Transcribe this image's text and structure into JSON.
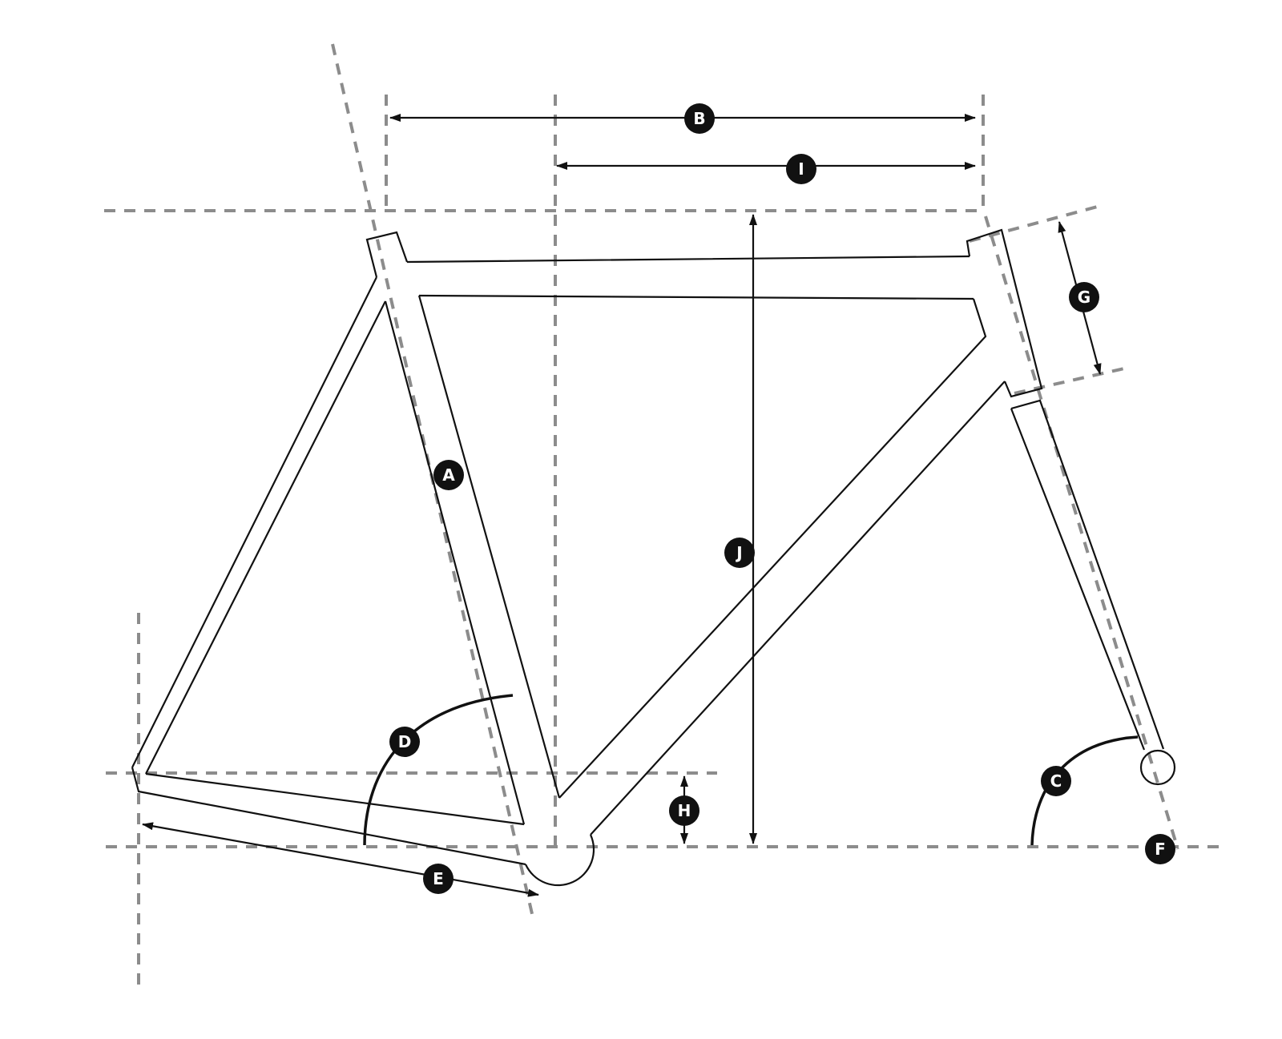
{
  "badges": {
    "A": "A",
    "B": "B",
    "C": "C",
    "D": "D",
    "E": "E",
    "F": "F",
    "G": "G",
    "H": "H",
    "I": "I",
    "J": "J"
  },
  "colors": {
    "line": "#111111",
    "guide": "#8c8c8c",
    "badge_fill": "#111111",
    "badge_text": "#ffffff",
    "background": "#ffffff"
  }
}
